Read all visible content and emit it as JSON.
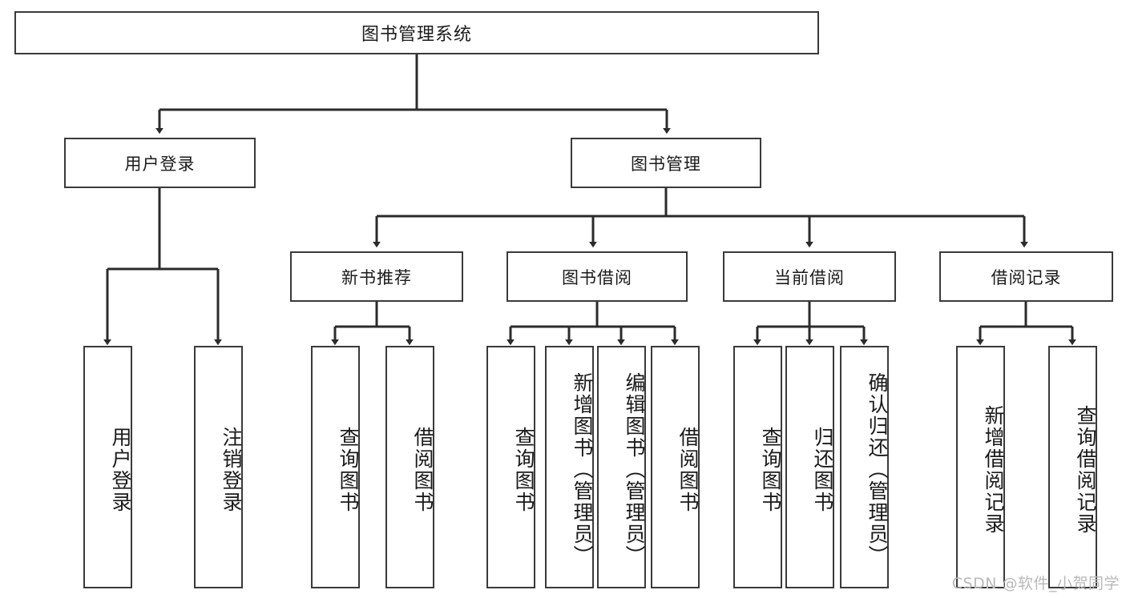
{
  "diagram": {
    "title": "图书管理系统",
    "type": "tree-hierarchy-diagram",
    "watermark": "CSDN @软件_小贺同学",
    "colors": {
      "box_border": "#3a3a3a",
      "box_fill": "#ffffff",
      "connector": "#2b2b2b",
      "text": "#1a1a1a",
      "watermark": "#b9b9b9",
      "background": "#ffffff"
    },
    "root": {
      "label": "图书管理系统"
    },
    "level2": [
      {
        "label": "用户登录"
      },
      {
        "label": "图书管理"
      }
    ],
    "level3": [
      {
        "label": "新书推荐"
      },
      {
        "label": "图书借阅"
      },
      {
        "label": "当前借阅"
      },
      {
        "label": "借阅记录"
      }
    ],
    "leaves": {
      "user_login": [
        {
          "label": "用户登录"
        },
        {
          "label": "注销登录"
        }
      ],
      "new_book_recommend": [
        {
          "label": "查询图书"
        },
        {
          "label": "借阅图书"
        }
      ],
      "book_borrow": [
        {
          "label": "查询图书"
        },
        {
          "label": "新增图书（管理员）"
        },
        {
          "label": "编辑图书（管理员）"
        },
        {
          "label": "借阅图书"
        }
      ],
      "current_borrow": [
        {
          "label": "查询图书"
        },
        {
          "label": "归还图书"
        },
        {
          "label": "确认归还（管理员）"
        }
      ],
      "borrow_record": [
        {
          "label": "新增借阅记录"
        },
        {
          "label": "查询借阅记录"
        }
      ]
    }
  }
}
